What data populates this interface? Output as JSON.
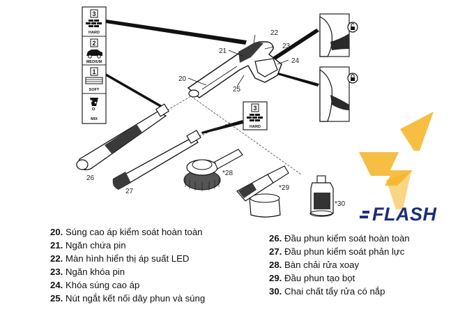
{
  "modes": [
    {
      "number": "3",
      "label": "HARD",
      "icon": "brick-wall-icon"
    },
    {
      "number": "2",
      "label": "MEDIUM",
      "icon": "car-icon"
    },
    {
      "number": "1",
      "label": "SOFT",
      "icon": "plank-icon"
    },
    {
      "number": "",
      "label": "MIX",
      "icon": "foam-icon"
    }
  ],
  "mode_hard_single": {
    "number": "3",
    "label": "HARD"
  },
  "callouts": {
    "c20": "20",
    "c21": "21",
    "c22": "22",
    "c23": "23",
    "c24": "24",
    "c25": "25",
    "c26": "26",
    "c27": "27",
    "c28": "*28",
    "c29": "*29",
    "c30": "*30"
  },
  "brand": {
    "name": "FLASH",
    "primary_color": "#1c2f7a",
    "accent_color": "#f4b322"
  },
  "legend_left": [
    {
      "num": "20.",
      "text": "Súng cao áp kiểm soát hoàn toàn"
    },
    {
      "num": "21.",
      "text": "Ngăn chứa pin"
    },
    {
      "num": "22.",
      "text": "Màn hình hiển thị áp suất LED"
    },
    {
      "num": "23.",
      "text": "Ngăn khóa pin"
    },
    {
      "num": "24.",
      "text": "Khóa súng cao áp"
    },
    {
      "num": "25.",
      "text": "Nút ngắt kết nối dây phun và súng"
    }
  ],
  "legend_right": [
    {
      "num": "26.",
      "text": "Đầu phun kiểm soát hoàn toàn"
    },
    {
      "num": "27.",
      "text": "Đầu phun kiểm soát phản lực"
    },
    {
      "num": "28.",
      "text": "Bàn chải rửa xoay"
    },
    {
      "num": "29.",
      "text": "Đầu phun tạo bọt"
    },
    {
      "num": "30.",
      "text": "Chai chất tẩy rửa có nắp"
    }
  ]
}
